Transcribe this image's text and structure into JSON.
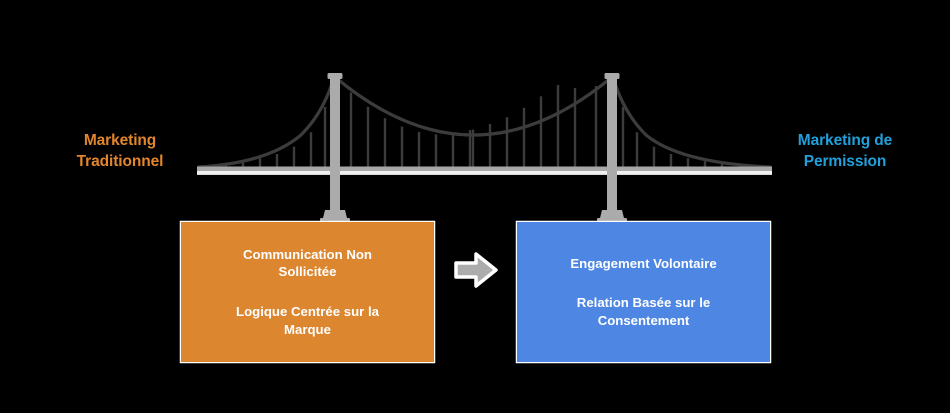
{
  "diagram": {
    "title_left": "Marketing\nTraditionnel",
    "title_right": "Marketing de\nPermission",
    "left_box": {
      "line1": "Communication Non\nSollicitée",
      "line2": "Logique Centrée sur la\nMarque"
    },
    "right_box": {
      "line1": "Engagement Volontaire",
      "line2": "Relation Basée sur le\nConsentement"
    },
    "transition_icon": "right-arrow-icon",
    "illustration": "suspension-bridge",
    "colors": {
      "background": "#000000",
      "left_accent": "#E3862B",
      "right_accent": "#22A0DB",
      "left_box_fill": "#DD8630",
      "right_box_fill": "#4E86E3",
      "bridge_structure": "#AAAAAA",
      "bridge_cable": "#3C3C3C",
      "arrow_fill": "#ACACAC",
      "arrow_outline": "#FFFFFF",
      "box_outline": "#FFFFFF",
      "text_on_box": "#FFFFFF"
    }
  }
}
